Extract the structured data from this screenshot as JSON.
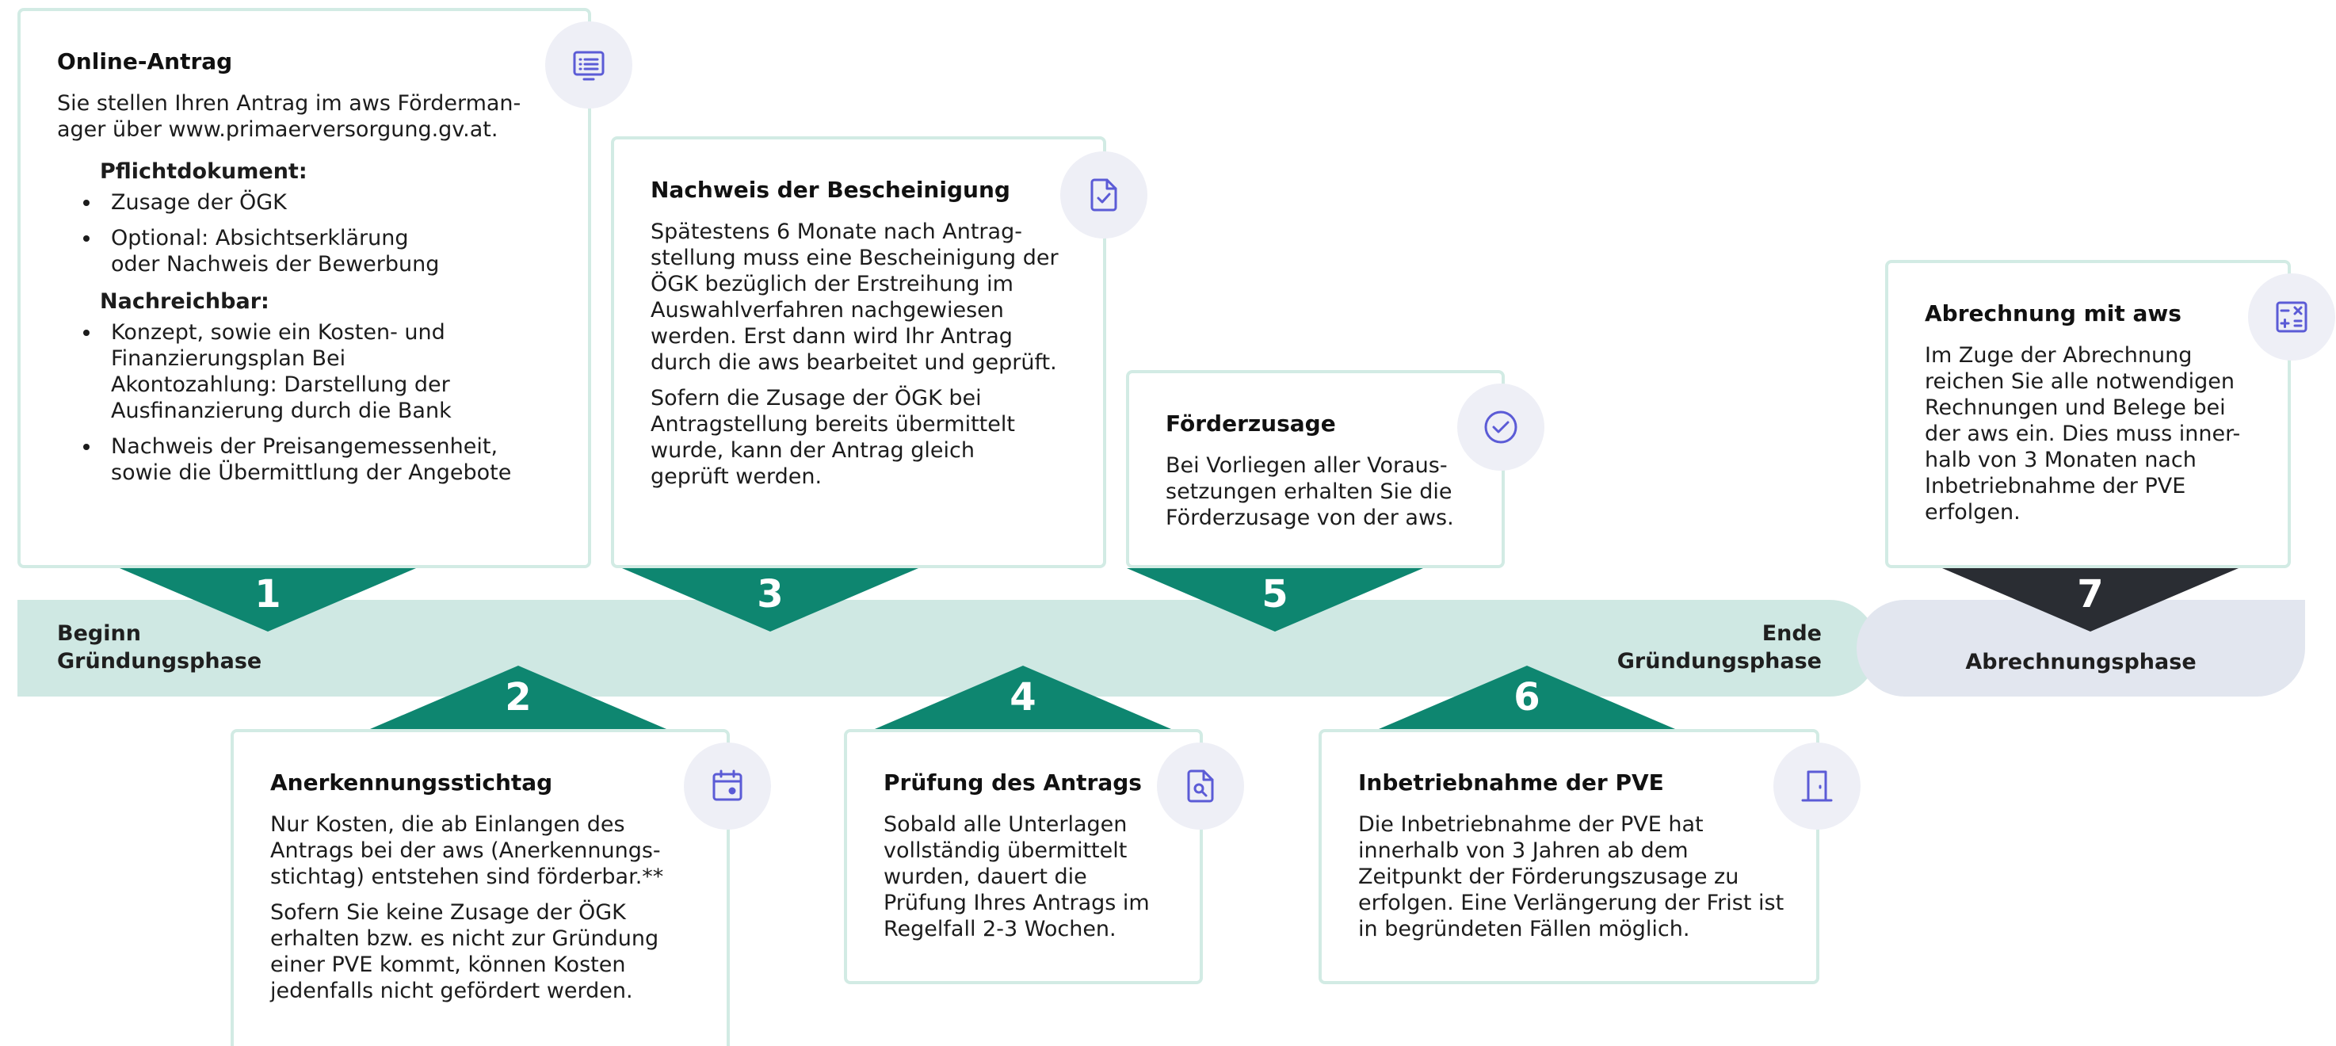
{
  "colors": {
    "accent_green": "#0e8670",
    "band_green": "#cfe8e3",
    "band_gray": "#e2e6ef",
    "dark": "#2a2d33",
    "icon_purple": "#5b5bd6",
    "card_border": "#d2ebe4"
  },
  "phases": {
    "begin": "Beginn\nGründungsphase",
    "begin_line1": "Beginn",
    "begin_line2": "Gründungsphase",
    "end_line1": "Ende",
    "end_line2": "Gründungsphase",
    "billing": "Abrechnungsphase"
  },
  "steps": [
    {
      "number": "1",
      "title": "Online-Antrag",
      "icon": "list-icon",
      "text": "Sie stellen Ihren Antrag im aws Förderman-ager über www.primaerversorgung.gv.at.",
      "text_line1": "Sie stellen Ihren Antrag im aws Förderman-",
      "text_line2": "ager über www.primaerversorgung.gv.at.",
      "required_heading": "Pflichtdokument:",
      "required_items": [
        "Zusage der ÖGK",
        "Optional: Absichtserklärung oder Nachweis der Bewerbung"
      ],
      "later_heading": "Nachreichbar:",
      "later_items": [
        "Konzept, sowie ein Kosten- und Finanzierungsplan Bei Akontozahlung: Darstellung der Ausfinanzierung durch die Bank",
        "Nachweis der Preisangemessenheit, sowie die Übermittlung der Angebote"
      ]
    },
    {
      "number": "2",
      "title": "Anerkennungsstichtag",
      "icon": "calendar-icon",
      "paragraphs": [
        "Nur Kosten, die ab Einlangen des Antrags bei der aws (Anerkennungs-stichtag) entstehen sind förderbar.**",
        "Sofern Sie keine Zusage der ÖGK erhalten bzw. es nicht zur Gründung einer PVE kommt, können Kosten jedenfalls nicht gefördert werden."
      ]
    },
    {
      "number": "3",
      "title": "Nachweis der Bescheinigung",
      "icon": "document-check-icon",
      "paragraphs": [
        "Spätestens 6 Monate nach Antrag-stellung muss eine Bescheinigung der ÖGK bezüglich der Erstreihung im Auswahlverfahren nachgewiesen werden. Erst dann wird Ihr Antrag durch die aws bearbeitet und geprüft.",
        "Sofern die Zusage der ÖGK bei Antragstellung bereits übermittelt wurde, kann der Antrag gleich geprüft werden."
      ]
    },
    {
      "number": "4",
      "title": "Prüfung des Antrags",
      "icon": "document-search-icon",
      "paragraphs": [
        "Sobald alle Unterlagen vollständig übermittelt wurden, dauert die Prüfung Ihres Antrags im Regelfall 2-3 Wochen."
      ]
    },
    {
      "number": "5",
      "title": "Förderzusage",
      "icon": "check-circle-icon",
      "paragraphs": [
        "Bei Vorliegen aller Voraus-setzungen erhalten Sie die Förderzusage von der aws."
      ]
    },
    {
      "number": "6",
      "title": "Inbetriebnahme der PVE",
      "icon": "door-icon",
      "paragraphs": [
        "Die Inbetriebnahme der PVE hat innerhalb von 3 Jahren ab dem Zeitpunkt der Förderungszusage zu erfolgen. Eine Verlängerung der Frist ist in begründeten Fällen möglich."
      ]
    },
    {
      "number": "7",
      "title": "Abrechnung mit aws",
      "icon": "calculator-icon",
      "paragraphs": [
        "Im Zuge der Abrechnung reichen Sie alle notwendigen Rechnungen und Belege bei der aws ein. Dies muss inner-halb von 3 Monaten nach Inbetriebnahme der PVE erfolgen."
      ]
    }
  ]
}
